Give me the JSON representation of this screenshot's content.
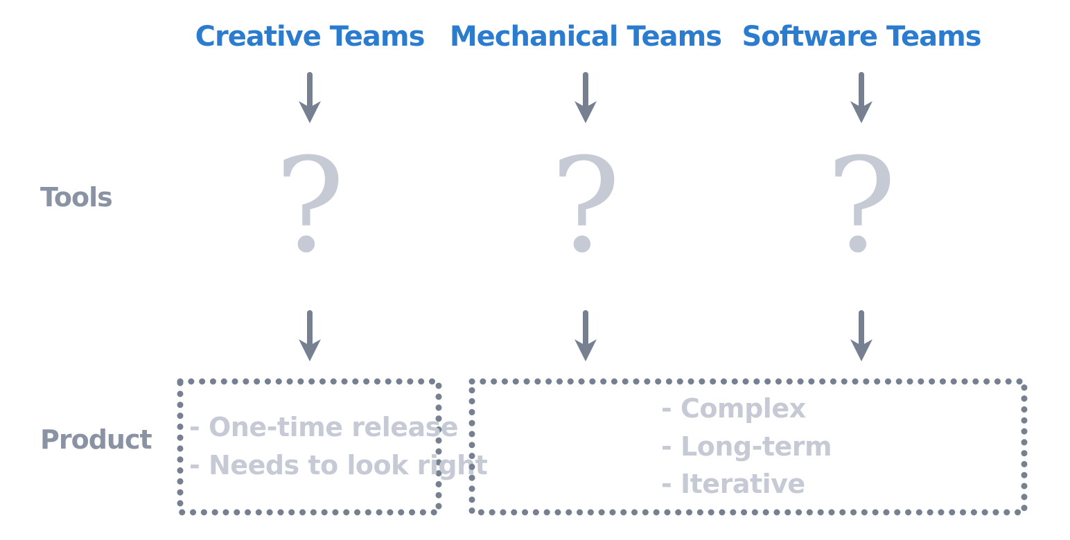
{
  "diagram": {
    "rows": {
      "tools": "Tools",
      "product": "Product"
    },
    "columns": [
      {
        "header": "Creative Teams",
        "tool_symbol": "?"
      },
      {
        "header": "Mechanical Teams",
        "tool_symbol": "?"
      },
      {
        "header": "Software Teams",
        "tool_symbol": "?"
      }
    ],
    "product_boxes": [
      {
        "items": [
          "- One-time release",
          "- Needs to look right"
        ]
      },
      {
        "items": [
          "- Complex",
          "- Long-term",
          "- Iterative"
        ]
      }
    ],
    "colors": {
      "header_blue": "#2b7ccf",
      "arrow_gray": "#768090",
      "label_gray": "#8a93a3",
      "light_gray": "#c5cad4",
      "background": "#ffffff"
    }
  }
}
